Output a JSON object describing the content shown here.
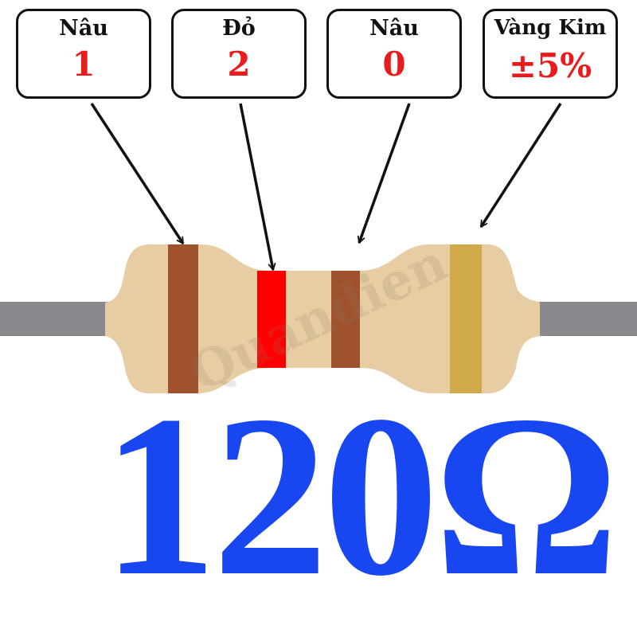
{
  "bands": [
    {
      "color_name": "Nâu",
      "value": "1",
      "color": "#a0522d"
    },
    {
      "color_name": "Đỏ",
      "value": "2",
      "color": "#ff0000"
    },
    {
      "color_name": "Nâu",
      "value": "0",
      "color": "#a0522d"
    },
    {
      "color_name": "Vàng Kim",
      "value": "±5%",
      "color": "#cfa94a"
    }
  ],
  "result": "120Ω",
  "watermark": "Quandien",
  "colors": {
    "label_value": "#e81c1c",
    "result": "#1846f0",
    "resistor_body": "#e6cda3",
    "lead_wire": "#8a8a8e",
    "box_border": "#111111"
  }
}
